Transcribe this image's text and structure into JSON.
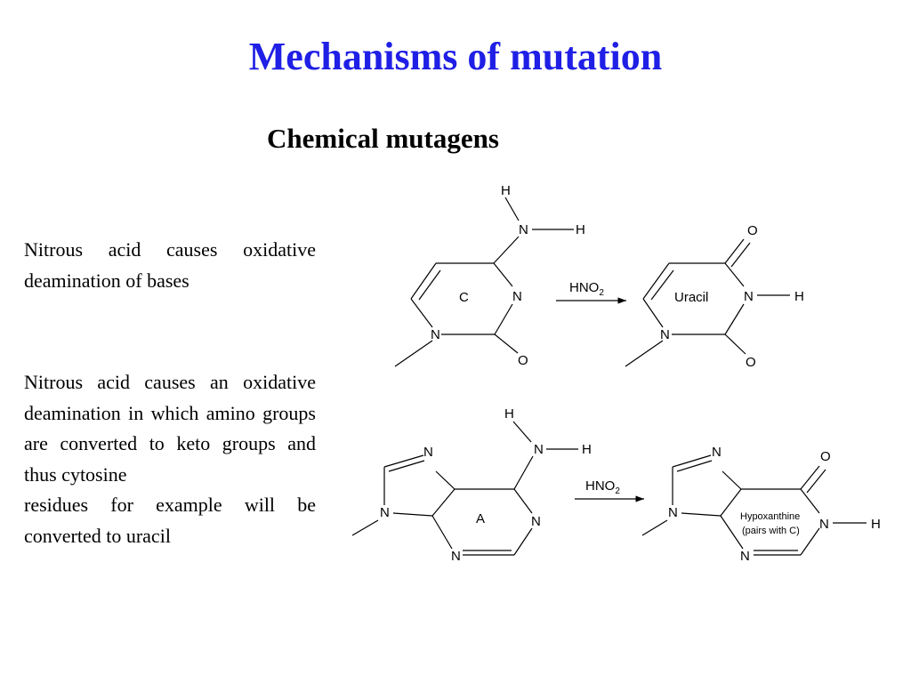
{
  "slide": {
    "title": "Mechanisms of mutation",
    "subtitle": "Chemical mutagens",
    "paragraph1": "Nitrous acid causes oxidative deamination of bases",
    "paragraph2_line1": "Nitrous acid causes an oxidative deamination in which amino groups are converted to keto groups and thus cytosine",
    "paragraph2_line2": "residues for example will be converted to uracil"
  },
  "diagram": {
    "reaction1": {
      "reactant_label": "C",
      "product_label": "Uracil",
      "reagent": "HNO",
      "reagent_subscript": "2"
    },
    "reaction2": {
      "reactant_label": "A",
      "product_label_line1": "Hypoxanthine",
      "product_label_line2": "(pairs with C)",
      "reagent": "HNO",
      "reagent_subscript": "2"
    },
    "atoms": {
      "H": "H",
      "N": "N",
      "O": "O"
    }
  }
}
